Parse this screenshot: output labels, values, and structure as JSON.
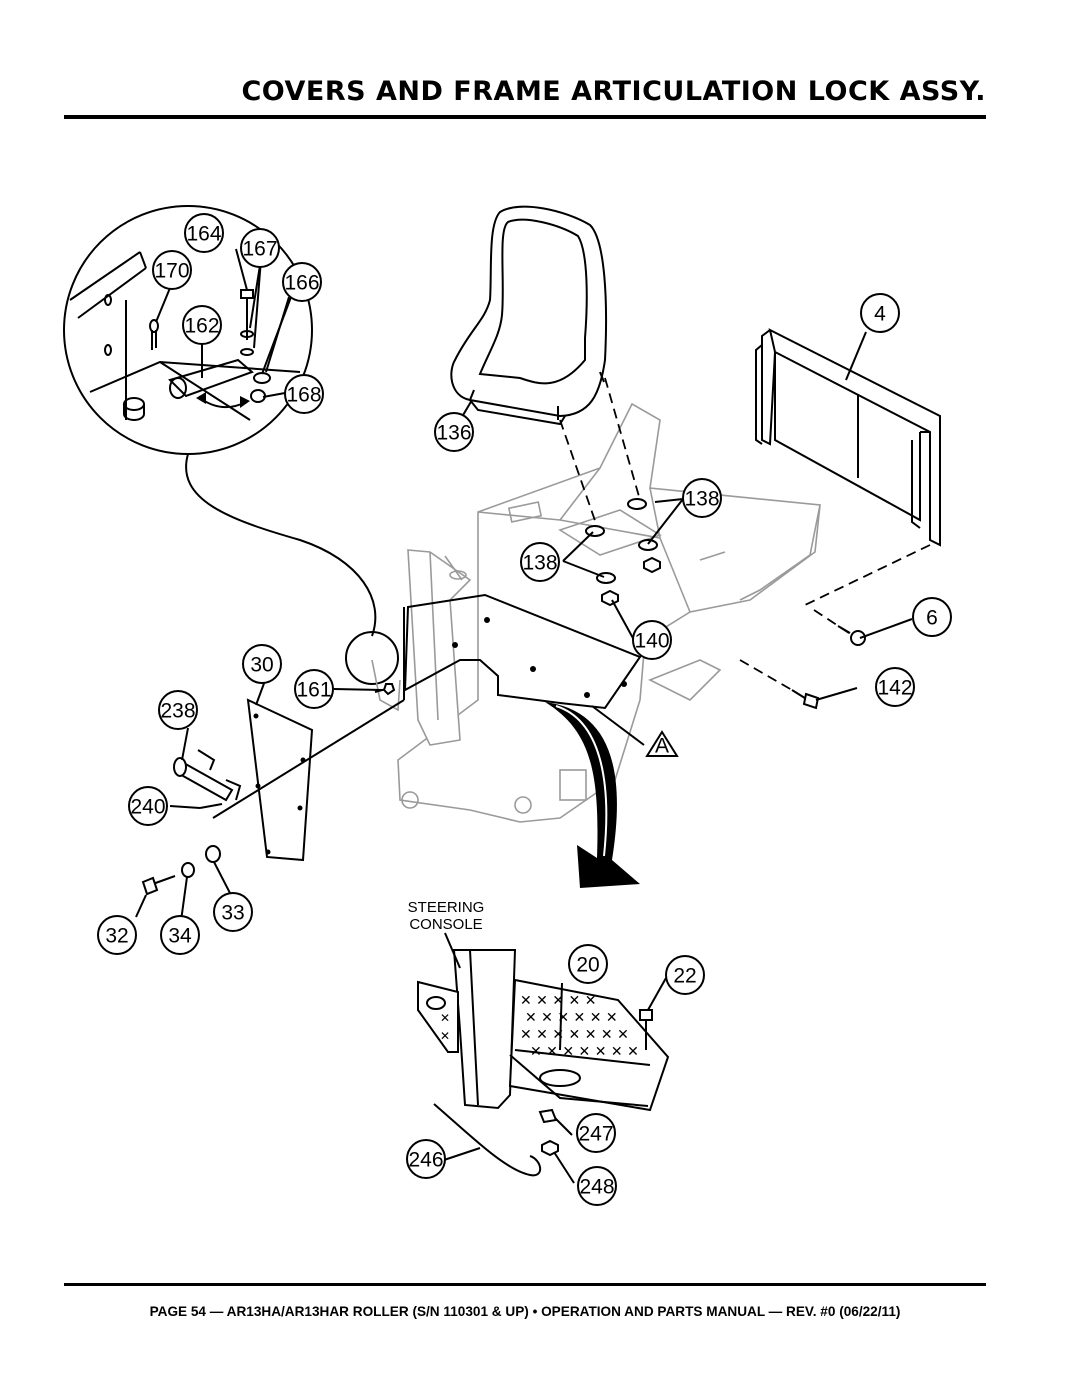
{
  "header": {
    "title": "COVERS AND FRAME ARTICULATION LOCK ASSY."
  },
  "footer": {
    "text": "PAGE 54 — AR13HA/AR13HAR ROLLER (S/N 110301 & UP) • OPERATION AND PARTS MANUAL — REV. #0 (06/22/11)"
  },
  "diagram": {
    "callouts": [
      {
        "id": "c164",
        "label": "164"
      },
      {
        "id": "c167",
        "label": "167"
      },
      {
        "id": "c170",
        "label": "170"
      },
      {
        "id": "c166",
        "label": "166"
      },
      {
        "id": "c162",
        "label": "162"
      },
      {
        "id": "c168",
        "label": "168"
      },
      {
        "id": "c4",
        "label": "4"
      },
      {
        "id": "c136",
        "label": "136"
      },
      {
        "id": "c138a",
        "label": "138"
      },
      {
        "id": "c138b",
        "label": "138"
      },
      {
        "id": "c6",
        "label": "6"
      },
      {
        "id": "c140",
        "label": "140"
      },
      {
        "id": "c30",
        "label": "30"
      },
      {
        "id": "c161",
        "label": "161"
      },
      {
        "id": "c142",
        "label": "142"
      },
      {
        "id": "c238",
        "label": "238"
      },
      {
        "id": "cA",
        "label": "A"
      },
      {
        "id": "c240",
        "label": "240"
      },
      {
        "id": "c33",
        "label": "33"
      },
      {
        "id": "c32",
        "label": "32"
      },
      {
        "id": "c34",
        "label": "34"
      },
      {
        "id": "c20",
        "label": "20"
      },
      {
        "id": "c22",
        "label": "22"
      },
      {
        "id": "c247",
        "label": "247"
      },
      {
        "id": "c246",
        "label": "246"
      },
      {
        "id": "c248",
        "label": "248"
      }
    ],
    "steering_label_line1": "STEERING",
    "steering_label_line2": "CONSOLE"
  }
}
